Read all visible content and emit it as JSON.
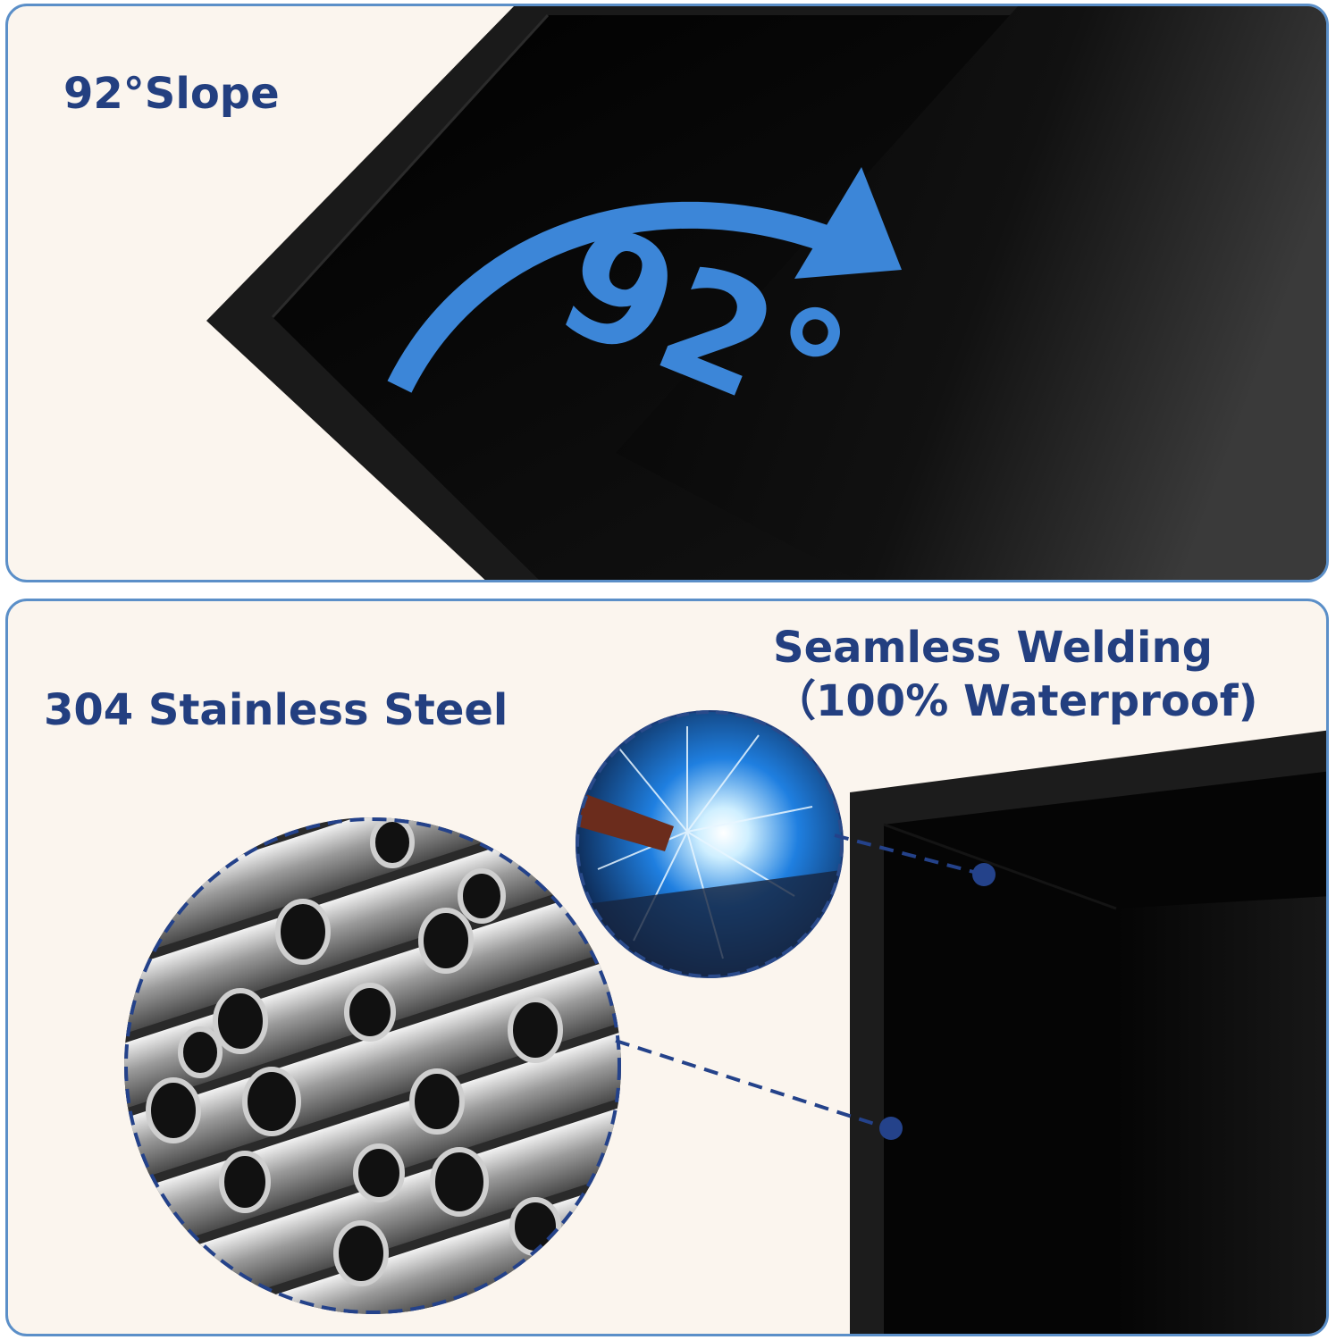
{
  "top_panel": {
    "title": "92°Slope",
    "angle_label": "92°"
  },
  "bottom_panel": {
    "steel_title": "304 Stainless Steel",
    "weld_title_line1": "Seamless Welding",
    "weld_title_line2": "（100% Waterproof)"
  },
  "colors": {
    "frame_border": "#5b8fc8",
    "panel_background": "#fbf5ee",
    "headline_text": "#233f80",
    "accent_blue": "#3c86d8",
    "niche_black": "#0a0a0a"
  },
  "icons": {
    "slope_arrow": "curved-arrow-icon",
    "connector_dot": "callout-dot-icon"
  }
}
